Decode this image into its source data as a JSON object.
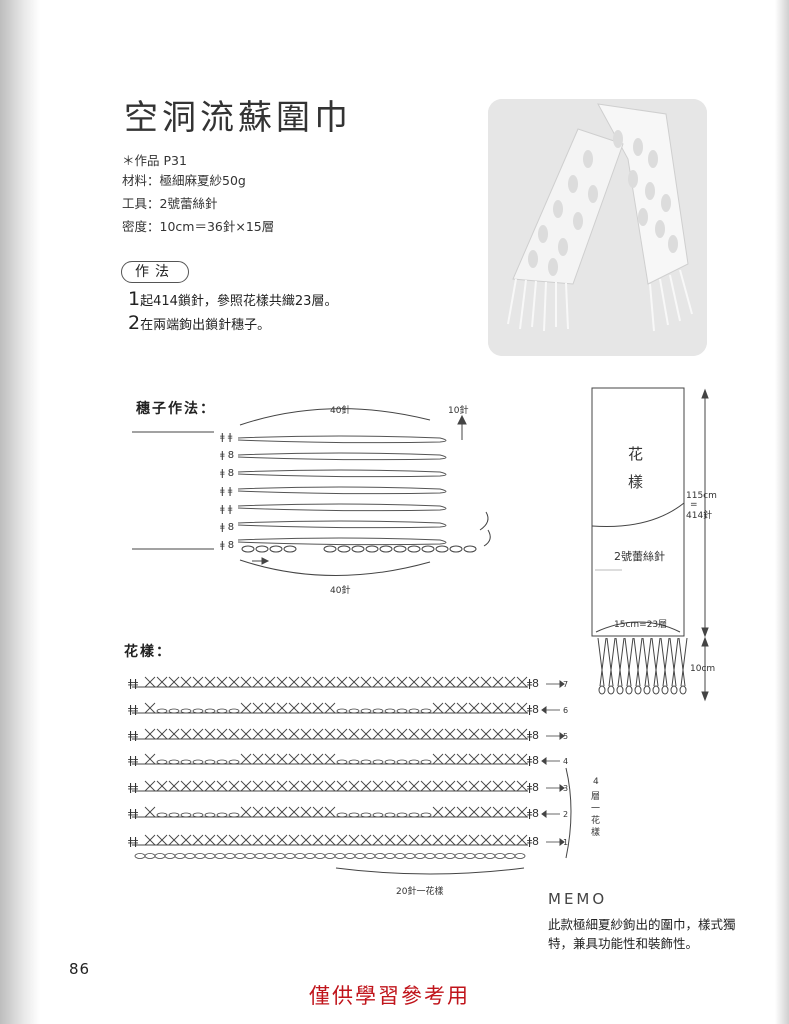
{
  "title": "空洞流蘇圍巾",
  "info": {
    "work": "＊作品 P31",
    "material": "材料：極細麻夏紗50g",
    "tool": "工具：2號蕾絲針",
    "gauge": "密度：10cm＝36針×15層"
  },
  "method": {
    "label": "作法",
    "steps": [
      {
        "num": "1",
        "text": "起414鎖針，參照花樣共織23層。"
      },
      {
        "num": "2",
        "text": "在兩端鉤出鎖針穗子。"
      }
    ]
  },
  "fringe": {
    "label": "穗子作法：",
    "top_count": "40針",
    "tip_count": "10針",
    "bottom_count": "40針"
  },
  "schematic": {
    "pattern_label_1": "花",
    "pattern_label_2": "樣",
    "length": "115cm",
    "equals": "=",
    "stitches": "414針",
    "hook": "2號蕾絲針",
    "width": "15cm=23層",
    "fringe_length": "10cm"
  },
  "pattern": {
    "label": "花樣：",
    "rows": [
      "7",
      "6",
      "5",
      "4",
      "3",
      "2",
      "1"
    ],
    "repeat_label_1": "4",
    "repeat_label_2": "層",
    "repeat_label_3": "一",
    "repeat_label_4": "花",
    "repeat_label_5": "樣",
    "repeat_count": "20針一花樣"
  },
  "memo": {
    "title": "MEMO",
    "text": "此款極細夏紗鉤出的圍巾，樣式獨特，兼具功能性和裝飾性。"
  },
  "page_number": "86",
  "watermark": "僅供學習參考用"
}
